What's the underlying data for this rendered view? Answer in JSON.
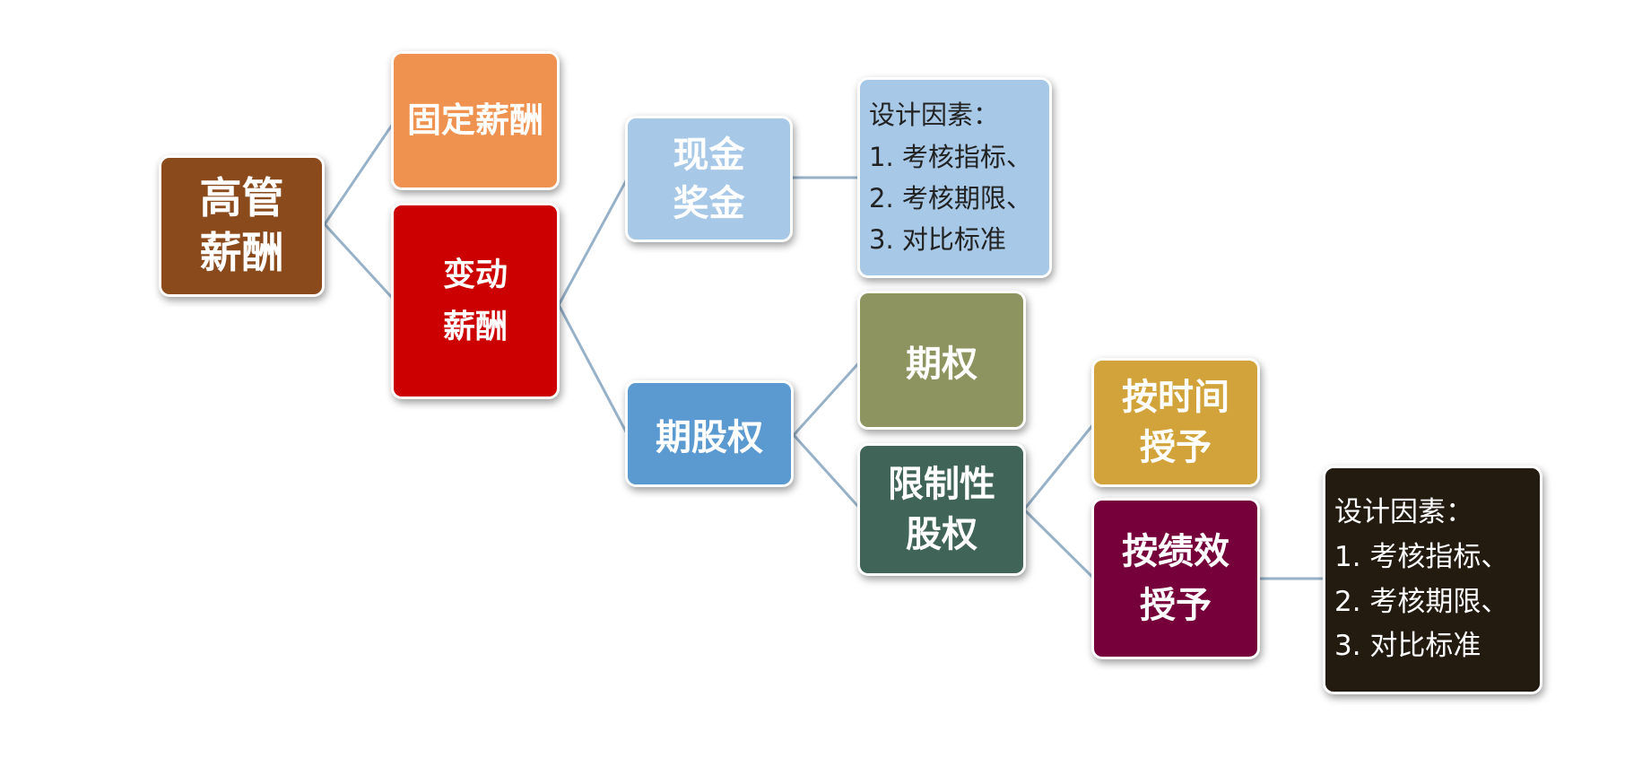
{
  "nodes": {
    "root": {
      "label": "高管\n薪酬"
    },
    "fixed": {
      "label": "固定薪酬"
    },
    "variable": {
      "label": "变动\n薪酬"
    },
    "cash": {
      "label": "现金\n奖金"
    },
    "cashNote": {
      "label": "设计因素：\n1. 考核指标、\n2. 考核期限、\n3. 对比标准"
    },
    "equity": {
      "label": "期股权"
    },
    "option": {
      "label": "期权"
    },
    "restricted": {
      "label": "限制性\n股权"
    },
    "byTime": {
      "label": "按时间\n授予"
    },
    "byPerf": {
      "label": "按绩效\n授予"
    },
    "perfNote": {
      "label": "设计因素：\n1. 考核指标、\n2. 考核期限、\n3. 对比标准"
    }
  },
  "colors": {
    "root": "#8B4A1C",
    "fixed": "#EF9250",
    "variable": "#CC0000",
    "cash": "#A7C8E6",
    "cashNote": "#A7C8E6",
    "equity": "#5B9AD0",
    "option": "#8E9460",
    "restricted": "#406458",
    "byTime": "#D1A33A",
    "byPerf": "#76003A",
    "perfNote": "#231A10",
    "connector": "#97B1C8"
  }
}
